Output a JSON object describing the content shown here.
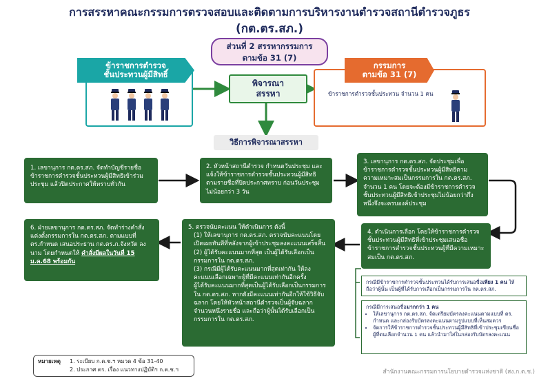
{
  "header": {
    "title": "การสรรหาคณะกรรมการตรวจสอบและติดตามการบริหารงานตำรวจสถานีตำรวจภูธร",
    "subtitle": "(กต.ตร.สภ.)"
  },
  "section_pill": {
    "line1": "ส่วนที่ 2 สรรหากรรมการ",
    "line2": "ตามข้อ 31 (7)"
  },
  "left_panel": {
    "ribbon_line1": "ข้าราชการตำรวจ",
    "ribbon_line2": "ชั้นประทวนผู้มีสิทธิ์"
  },
  "right_panel": {
    "ribbon_line1": "กรรมการ",
    "ribbon_line2": "ตามข้อ 31 (7)",
    "text": "ข้าราชการตำรวจชั้นประทวน จำนวน 1 คน"
  },
  "center": {
    "line1": "พิจารณา",
    "line2": "สรรหา"
  },
  "method_label": "วิธีการพิจารณาสรรหา",
  "steps": {
    "s1": "1. เลขานุการ กต.ตร.สภ. จัดทำบัญชีรายชื่อข้าราชการตำรวจชั้นประทวนผู้มีสิทธิเข้าร่วมประชุม แล้วปิดประกาศให้ทราบทั่วกัน",
    "s2": "2. หัวหน้าสถานีตำรวจ กำหนดวันประชุม และแจ้งให้ข้าราชการตำรวจชั้นประทวนผู้มีสิทธิตามรายชื่อที่ปิดประกาศทราบ ก่อนวันประชุมไม่น้อยกว่า 3 วัน",
    "s3": "3. เลขานุการ กต.ตร.สภ. จัดประชุมเพื่อข้าราชการตำรวจชั้นประทวนผู้มีสิทธิตามความเหมาะสมเป็นกรรมการใน กต.ตร.สภ. จำนวน 1 คน โดยจะต้องมีข้าราชการตำรวจชั้นประทวนผู้มีสิทธิเข้าประชุมไม่น้อยกว่ากึ่งหนึ่งจึงจะครบองค์ประชุม",
    "s4": "4. ดำเนินการเลือก โดยให้ข้าราชการตำรวจชั้นประทวนผู้มีสิทธิที่เข้าประชุมเสนอชื่อข้าราชการตำรวจชั้นประทวนผู้ที่มีความเหมาะสมเป็น กต.ตร.สภ.",
    "s5_intro": "5. ตรวจนับคะแนน ให้ดำเนินการ ดังนี้",
    "s5_p1": "(1) ให้เลขานุการ กต.ตร.สภ. ตรวจนับคะแนนโดยเปิดเผยทันทีที่หลังจากผู้เข้าประชุมลงคะแนนเสร็จสิ้น",
    "s5_p2": "(2) ผู้ได้รับคะแนนมากที่สุด เป็นผู้ได้รับเลือกเป็นกรรมการใน กต.ตร.สภ.",
    "s5_p3": "(3) กรณีมีผู้ได้รับคะแนนมากที่สุดเท่ากัน ให้ลงคะแนนเลือกเฉพาะผู้ที่มีคะแนนเท่ากันอีกครั้ง",
    "s5_p4": "ผู้ได้รับคะแนนมากที่สุดเป็นผู้ได้รับเลือกเป็นกรรมการใน กต.ตร.สภ. หากยังมีคะแนนเท่ากันอีกให้ใช้วิธีจับฉลาก โดยให้หัวหน้าสถานีตำรวจเป็นผู้จับฉลากจำนวนหนึ่งรายชื่อ และถือว่าผู้นั้นได้รับเลือกเป็นกรรมการใน กต.ตร.สภ.",
    "s6_main": "6. ฝ่ายเลขานุการ กต.ตร.สภ. จัดทำร่างคำสั่งแต่งตั้งกรรมการใน กต.ตร.สภ. ตามแบบที่ ตร.กำหนด เสนอประธาน กต.ตร.ภ.จังหวัด ลงนาม โดยกำหนดให้",
    "s6_bold": "คำสั่งมีผลในวันที่ 15 ม.ค.68 พร้อมกัน"
  },
  "note1": {
    "pre": "กรณีมีข้าราชการตำรวจชั้นประทวนได้รับการเสนอชื่อ",
    "bold": "เพียง 1 คน",
    "post": "ให้ถือว่าผู้นั้น เป็นผู้ที่ได้รับการเลือกเป็นกรรมการใน กต.ตร.สภ."
  },
  "note2": {
    "pre": "กรณีมีการเสนอชื่อ",
    "bold": "มากกว่า 1 คน",
    "b1": "ให้เลขานุการ กต.ตร.สภ. จัดเตรียมบัตรลงคะแนนตามแบบที่ ตร. กำหนด และกล่องรับบัตรลงคะแนนตามรูปแบบที่เห็นสมควร",
    "b2": "จัดการให้ข้าราชการตำรวจชั้นประทวนผู้มีสิทธิที่เข้าประชุมเขียนชื่อผู้ที่ตนเลือกจำนวน 1 คน แล้วนำมาใส่ในกล่องรับบัตรลงคะแนน"
  },
  "remark": {
    "label": "หมายเหตุ",
    "r1": "1. ระเบียบ ก.ต.ช.ฯ หมวด 4 ข้อ 31-40",
    "r2": "2. ประกาศ ตร. เรื่อง แนวทางปฏิบัติฯ ก.ต.ช.ฯ"
  },
  "footer": "สำนักงานคณะกรรมการนโยบายตำรวจแห่งชาติ (สง.ก.ต.ช.)",
  "colors": {
    "navy": "#1e2a5c",
    "green": "#2b6b33",
    "teal": "#1aa6a6",
    "orange": "#e56b2f",
    "pill_border": "#7b3fa0",
    "pill_fill": "#f7e3ee"
  }
}
